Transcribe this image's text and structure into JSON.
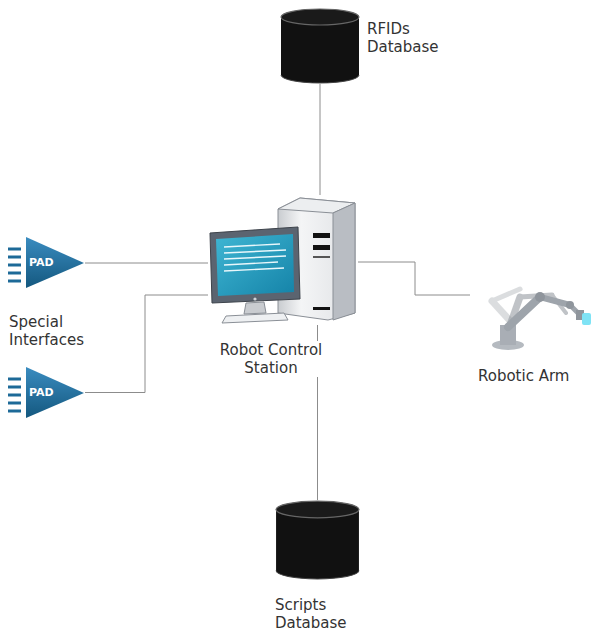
{
  "diagram": {
    "nodes": [
      {
        "text": [
          "RFIDs Database"
        ]
      },
      {
        "text": [
          "PAD"
        ]
      },
      {
        "text": [
          "Robot Control Station"
        ]
      },
      {
        "text": [
          "PAD"
        ]
      },
      {
        "text": [
          "Robotic Arm"
        ]
      },
      {
        "text": [
          "Scripts Database"
        ]
      }
    ],
    "edges": [
      {
        "from": 2,
        "to": 0,
        "arrow": "none"
      },
      {
        "from": 2,
        "to": 1,
        "arrow": "none"
      },
      {
        "from": 2,
        "to": 3,
        "arrow": "none"
      },
      {
        "from": 2,
        "to": 4,
        "arrow": "none"
      },
      {
        "from": 2,
        "to": 5,
        "arrow": "none"
      }
    ],
    "labels": [
      "Special Interfaces"
    ]
  }
}
